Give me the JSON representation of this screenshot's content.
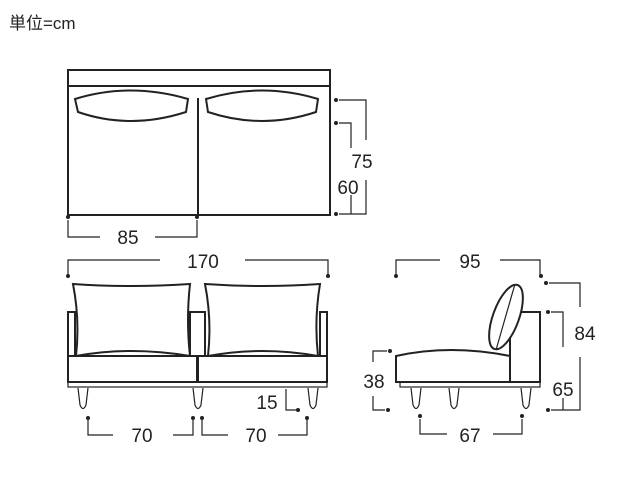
{
  "unit_label": "単位=cm",
  "top_view": {
    "seat_width": "85",
    "depth_total": "75",
    "depth_seat": "60"
  },
  "front_view": {
    "total_width": "170",
    "leg_span_left": "70",
    "leg_span_right": "70",
    "leg_height": "15"
  },
  "side_view": {
    "depth": "95",
    "height_total": "84",
    "height_back": "65",
    "seat_height": "38",
    "leg_span": "67"
  }
}
